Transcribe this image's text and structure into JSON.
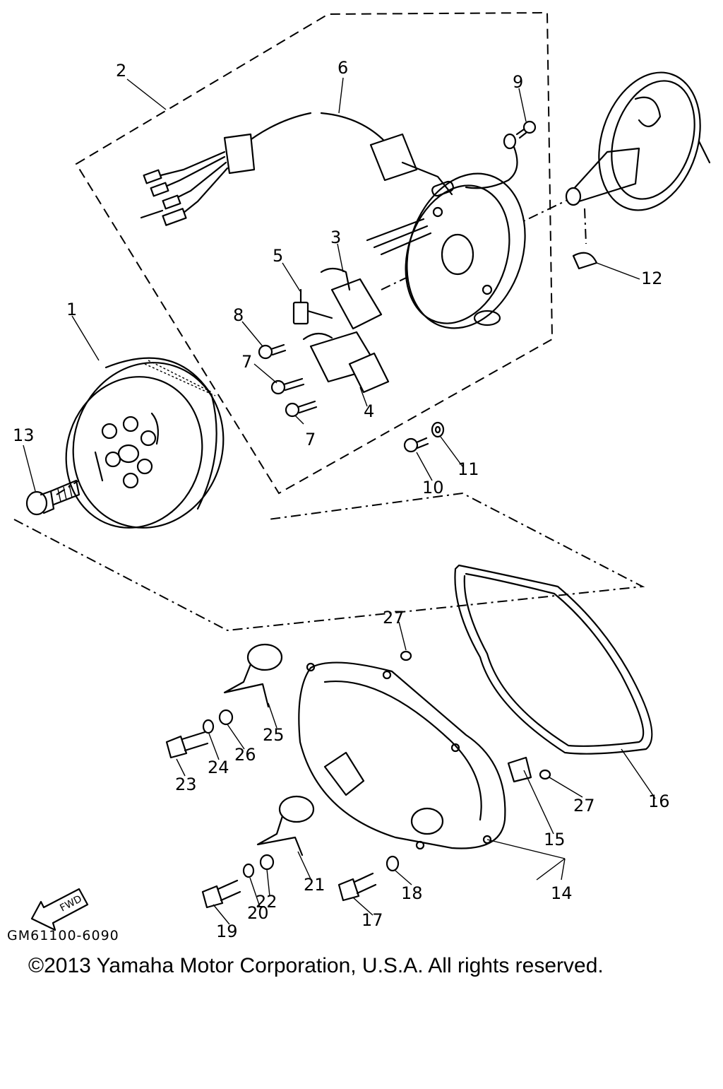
{
  "diagram": {
    "part_labels": [
      "1",
      "2",
      "3",
      "4",
      "5",
      "6",
      "7",
      "7",
      "8",
      "9",
      "10",
      "11",
      "12",
      "13",
      "14",
      "15",
      "16",
      "17",
      "18",
      "19",
      "20",
      "21",
      "22",
      "23",
      "24",
      "25",
      "26",
      "27",
      "27"
    ],
    "fwd_label": "FWD",
    "drawing_code": "GM61100-6090",
    "copyright": "©2013 Yamaha Motor Corporation, U.S.A. All rights reserved."
  }
}
